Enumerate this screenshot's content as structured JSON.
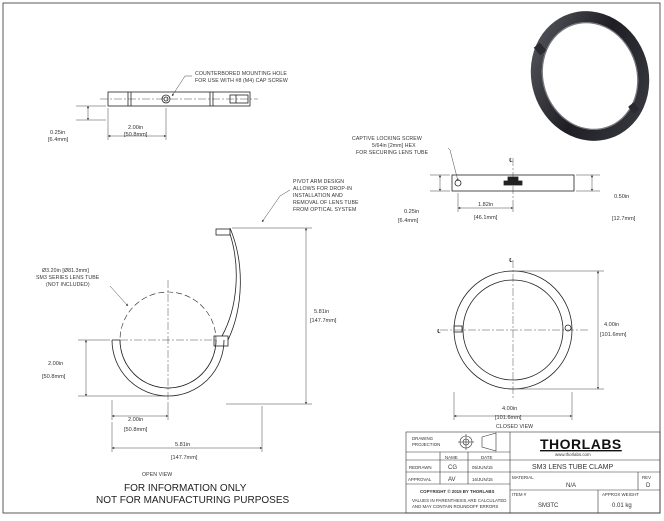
{
  "annotations": {
    "counterbored": [
      "COUNTERBORED MOUNTING HOLE",
      "FOR USE WITH #8 (M4) CAP SCREW"
    ],
    "captive": [
      "CAPTIVE LOCKING SCREW",
      "5/64in [2mm] HEX",
      "FOR SECURING LENS TUBE"
    ],
    "pivot": [
      "PIVOT ARM DESIGN",
      "ALLOWS FOR DROP-IN",
      "INSTALLATION AND",
      "REMOVAL OF LENS TUBE",
      "FROM OPTICAL SYSTEM"
    ],
    "sm3tube": [
      "Ø3.20in [Ø81.3mm]",
      "SM3 SERIES LENS TUBE",
      "(NOT INCLUDED)"
    ]
  },
  "dimensions": {
    "top_025": [
      "0.25in",
      "[6.4mm]"
    ],
    "top_200": [
      "2.00in",
      "[50.8mm]"
    ],
    "side_182": [
      "1.82in",
      "[46.1mm]"
    ],
    "side_050": [
      "0.50in",
      "[12.7mm]"
    ],
    "side_025": [
      "0.25in",
      "[6.4mm]"
    ],
    "open_581_v": [
      "5.81in",
      "[147.7mm]"
    ],
    "open_200_v": [
      "2.00in",
      "[50.8mm]"
    ],
    "open_200_h": [
      "2.00in",
      "[50.8mm]"
    ],
    "open_581_h": [
      "5.81in",
      "[147.7mm]"
    ],
    "closed_400_v": [
      "4.00in",
      "[101.6mm]"
    ],
    "closed_400_h": [
      "4.00in",
      "[101.6mm]"
    ]
  },
  "labels": {
    "centerline": "℄",
    "open_view": "OPEN VIEW",
    "closed_view": "CLOSED VIEW",
    "notice": [
      "FOR INFORMATION ONLY",
      "NOT FOR MANUFACTURING PURPOSES"
    ]
  },
  "title_block": {
    "drawing_projection": [
      "DRAWING",
      "PROJECTION"
    ],
    "col_name": "NAME",
    "col_date": "DATE",
    "rows": [
      {
        "role": "REDRAWN",
        "name": "CG",
        "date": "05/JUN/15"
      },
      {
        "role": "APPROVAL",
        "name": "AV",
        "date": "16/JUN/15"
      }
    ],
    "copyright": "COPYRIGHT © 2015 BY THORLABS",
    "values_note": [
      "VALUES IN PARENTHESIS ARE CALCULATED",
      "AND MAY CONTAIN ROUNDOFF ERRORS"
    ],
    "logo": "THORLABS",
    "website": "www.thorlabs.com",
    "title": "SM3 LENS TUBE CLAMP",
    "material_label": "MATERIAL",
    "material_value": "N/A",
    "rev_label": "REV",
    "rev_value": "D",
    "item_label": "ITEM #",
    "item_value": "SM3TC",
    "weight_label": "APPROX WEIGHT",
    "weight_value": "0.01 kg"
  }
}
